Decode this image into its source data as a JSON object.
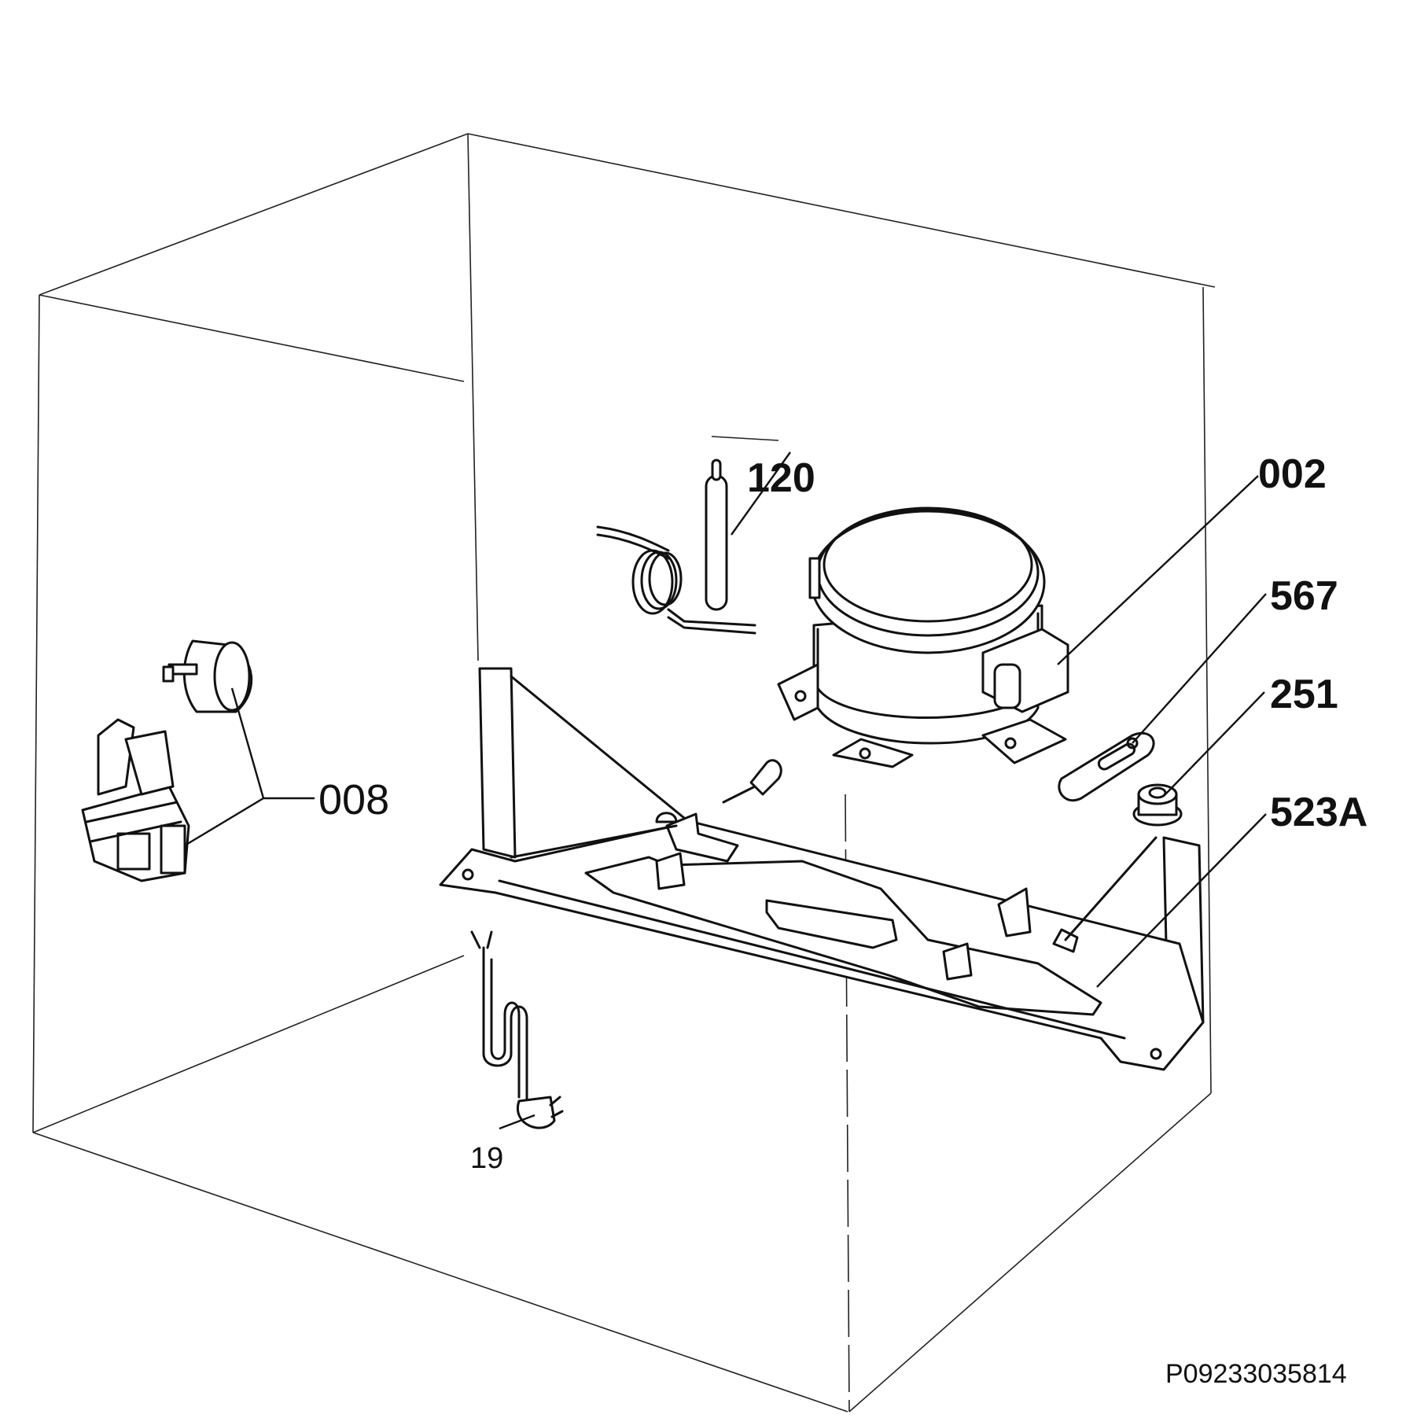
{
  "callouts": {
    "thermostat_filter": "120",
    "compressor": "002",
    "clip": "567",
    "grommet": "251",
    "base_plate": "523A",
    "relay_starter": "008",
    "power_cord": "19"
  },
  "drawing_reference": "P09233035814"
}
